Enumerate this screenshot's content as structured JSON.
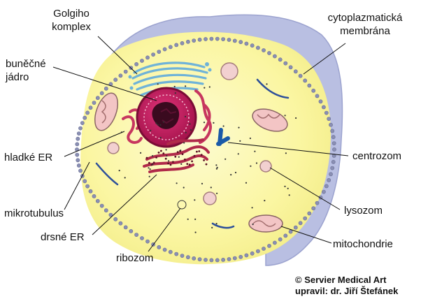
{
  "labels": {
    "golgi": [
      "Golgiho",
      "komplex"
    ],
    "nucleus": [
      "buněčné",
      "jádro"
    ],
    "membrane": [
      "cytoplazmatická",
      "membrána"
    ],
    "smooth_er": "hladké ER",
    "microtubule": "mikrotubulus",
    "rough_er": "drsné ER",
    "ribosome": "ribozom",
    "centrosome": "centrozom",
    "lysosome": "lysozom",
    "mitochondria": "mitochondrie"
  },
  "credits": {
    "line1": "© Servier Medical Art",
    "line2": "upravil: dr. Jiří Štefánek"
  },
  "colors": {
    "outer_membrane": "#b9bfe2",
    "cytoplasm": "#fbf7a0",
    "cytoplasm_light": "#fdfbd0",
    "membrane_dots": "#8a8fb3",
    "nucleus": "#c2185b",
    "nucleus_dark": "#7a0c35",
    "nucleolus": "#3a0a1f",
    "er": "#c7365f",
    "rough_er": "#b02a4a",
    "golgi": "#6fb3d8",
    "mitochondria": "#f3c5c5",
    "lysosome": "#f2d0d0",
    "centrosome": "#1a5aa8",
    "microtubule": "#2d4f9a",
    "leader_line": "#111111"
  }
}
